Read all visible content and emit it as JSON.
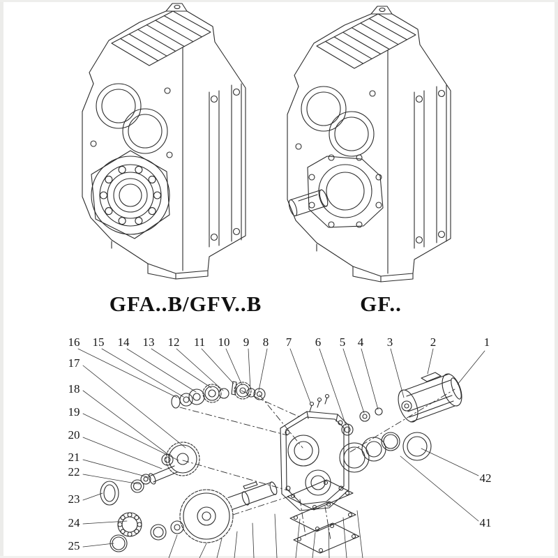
{
  "models": [
    {
      "label": "GFA..B/GFV..B"
    },
    {
      "label": "GF.."
    }
  ],
  "exploded_view": {
    "top_labels": [
      "16",
      "15",
      "14",
      "13",
      "12",
      "11",
      "10",
      "9",
      "8",
      "7",
      "6",
      "5",
      "4",
      "3",
      "2",
      "1"
    ],
    "left_labels": [
      "17",
      "18",
      "19",
      "20",
      "21",
      "22",
      "23",
      "24",
      "25"
    ],
    "right_labels": [
      "42",
      "41"
    ]
  },
  "colors": {
    "line": "#2b2b2b",
    "background": "#ffffff"
  }
}
